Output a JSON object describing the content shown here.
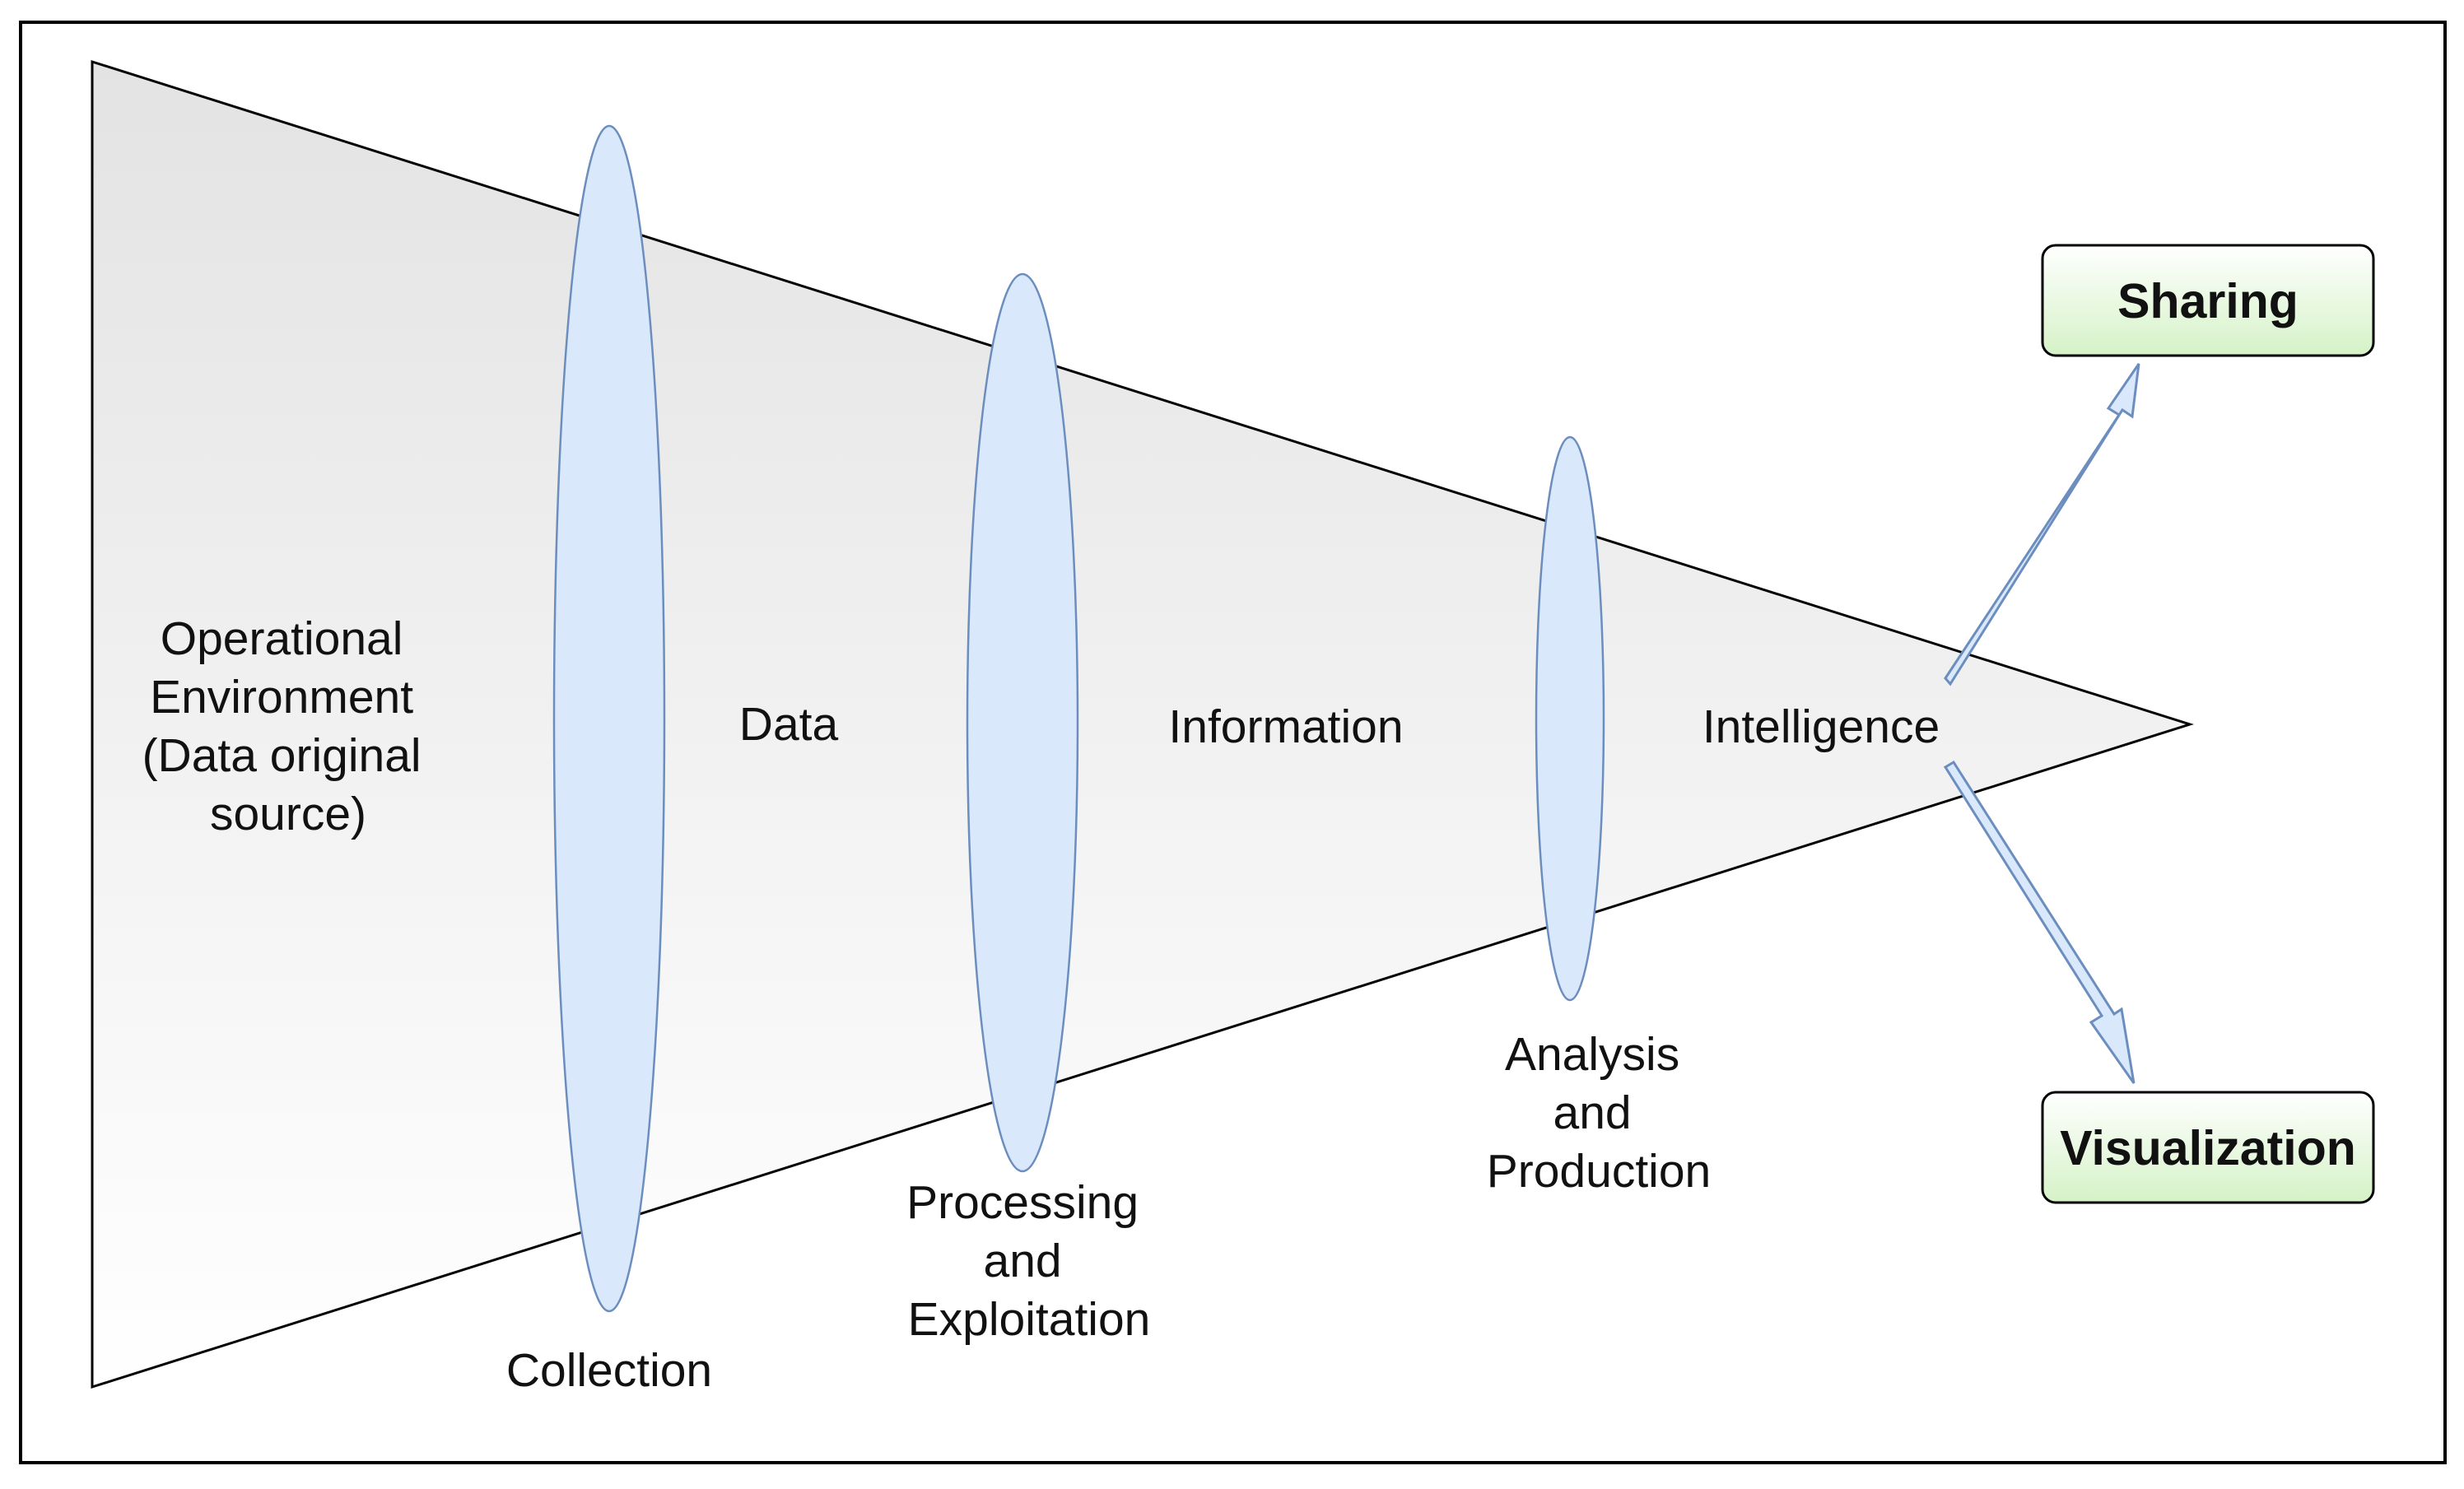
{
  "stages": {
    "source": [
      "Operational",
      "Environment",
      "(Data original",
      "source)"
    ],
    "data": "Data",
    "information": "Information",
    "intelligence": "Intelligence"
  },
  "lenses": {
    "collection": [
      "Collection"
    ],
    "processing": [
      "Processing",
      "and",
      "Exploitation"
    ],
    "analysis": [
      "Analysis",
      "and",
      "Production"
    ]
  },
  "outputs": {
    "sharing": "Sharing",
    "visualization": "Visualization"
  },
  "colors": {
    "lens_fill": "#dae8fc",
    "lens_stroke": "#6c8ebf",
    "box_fill_top": "#ffffff",
    "box_fill_bottom": "#d5f2c7",
    "funnel_fill_top": "#e3e3e3",
    "funnel_fill_bottom": "#ffffff"
  }
}
